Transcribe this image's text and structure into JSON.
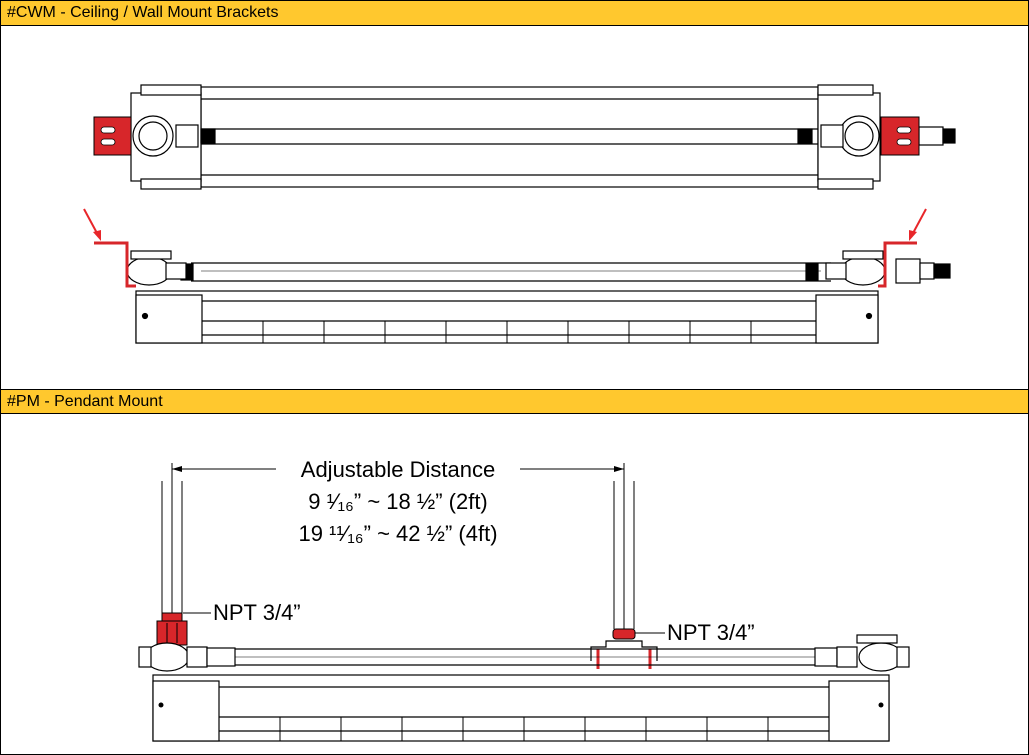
{
  "sections": {
    "cwm": {
      "title": "#CWM - Ceiling / Wall Mount Brackets"
    },
    "pm": {
      "title": "#PM - Pendant Mount"
    }
  },
  "pendant": {
    "adjustable_label": "Adjustable Distance",
    "range_2ft": "9 ¹⁄₁₆” ~ 18 ½” (2ft)",
    "range_4ft": "19 ¹¹⁄₁₆” ~ 42 ½” (4ft)",
    "npt_left": "NPT 3/4”",
    "npt_right": "NPT 3/4”"
  },
  "colors": {
    "header": "#FFC82E",
    "highlight": "#D7262A",
    "arrow": "#E8262A",
    "line": "#000000"
  }
}
